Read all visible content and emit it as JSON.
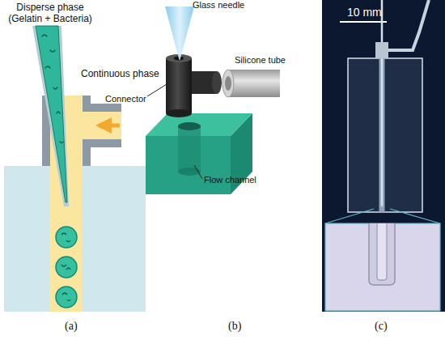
{
  "diagram": {
    "labels": [
      "Disperse phase (Gelatin + Bacteria)",
      "Continuous phase",
      "Glass needle",
      "Silicone tube",
      "Connector",
      "Flow channel",
      "10 mm",
      "(a)",
      "(b)",
      "(c)"
    ]
  }
}
